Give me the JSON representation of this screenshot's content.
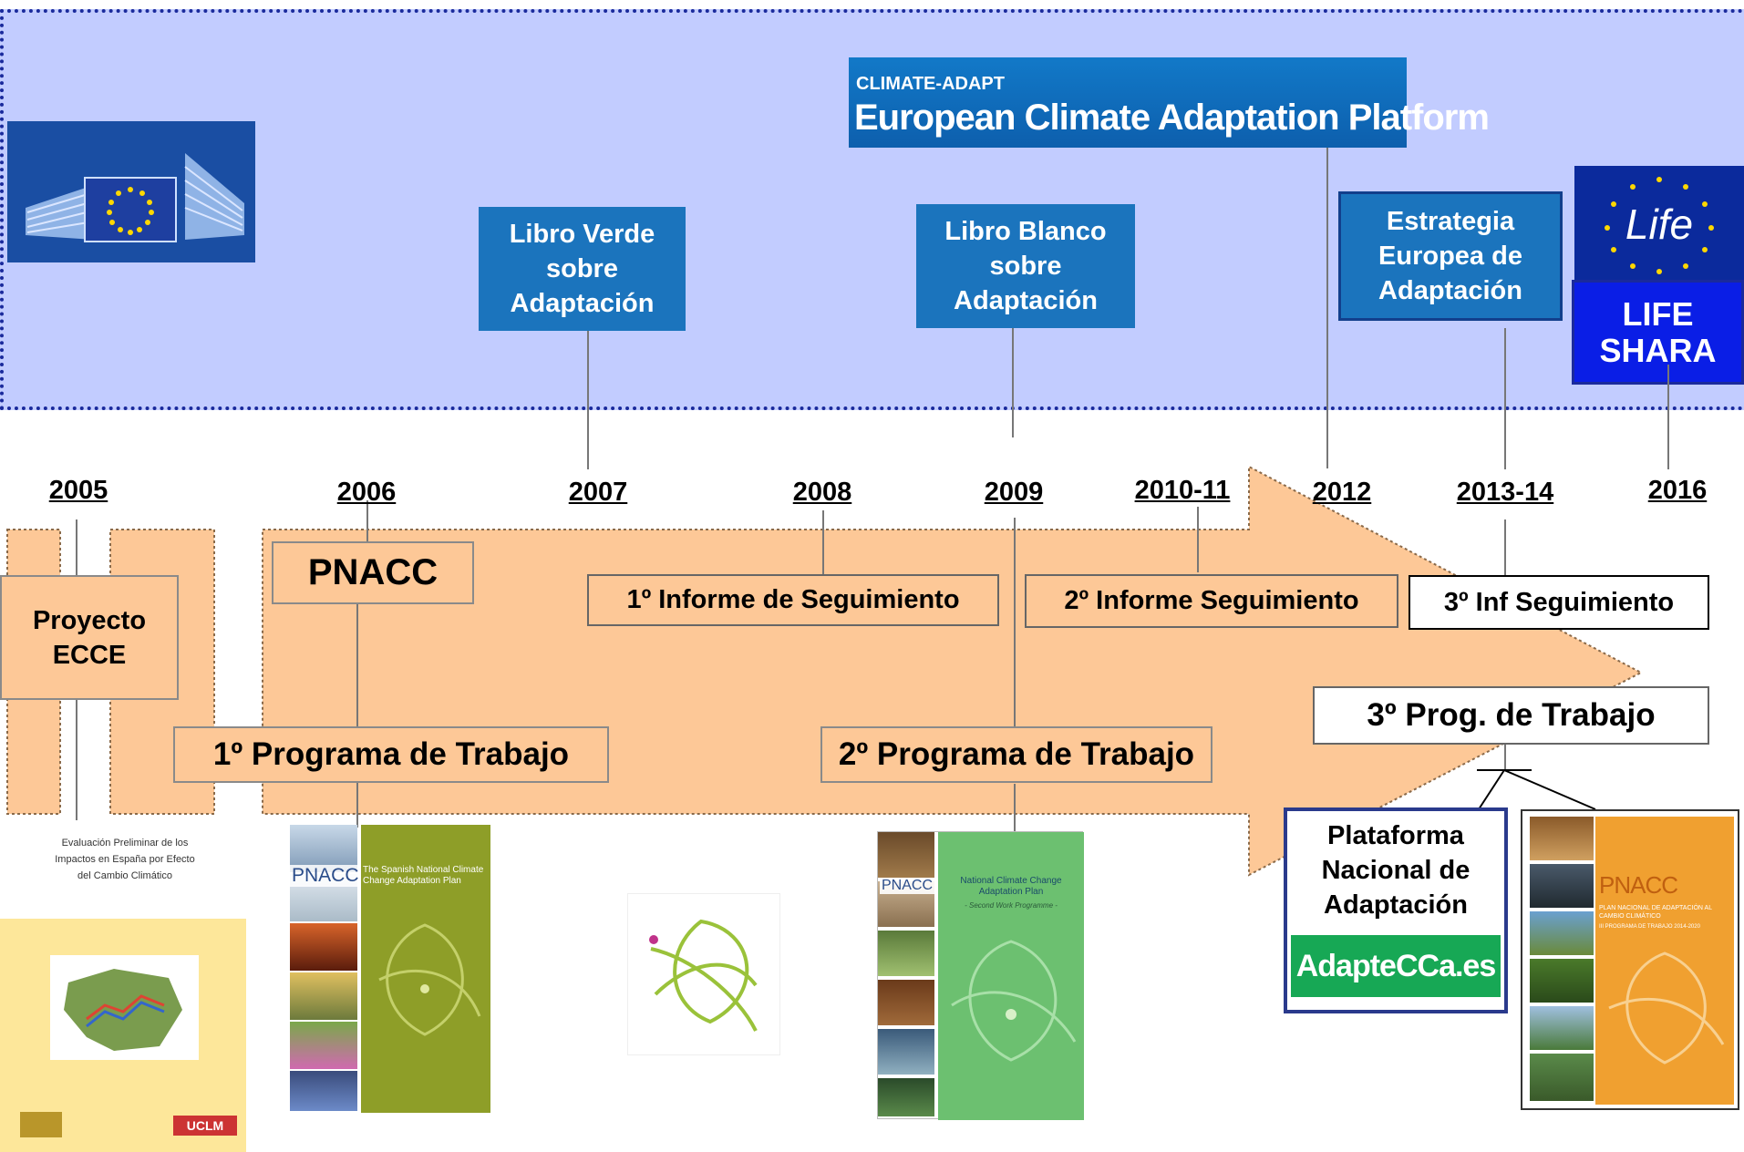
{
  "years": [
    "2005",
    "2006",
    "2007",
    "2008",
    "2009",
    "2010-11",
    "2012",
    "2013-14",
    "2016"
  ],
  "eu": {
    "green_paper": "Libro Verde sobre Adaptación",
    "white_paper": "Libro Blanco sobre Adaptación",
    "climate_adapt_small": "CLIMATE-ADAPT",
    "climate_adapt_title": "European Climate Adaptation Platform",
    "strategy": "Estrategia Europea de Adaptación",
    "life_logo": "Life",
    "life_shara": "LIFE SHARA"
  },
  "spain": {
    "ecce": "Proyecto ECCE",
    "pnacc": "PNACC",
    "report1": "1º Informe de Seguimiento",
    "report2": "2º Informe Seguimiento",
    "report3": "3º Inf Seguimiento",
    "program1": "1º Programa de Trabajo",
    "program2": "2º Programa de Trabajo",
    "program3": "3º Prog. de Trabajo",
    "platform": "Plataforma Nacional de Adaptación",
    "adaptecca": "AdapteCCa.es"
  },
  "docs": {
    "ecce_caption": "Evaluación Preliminar de los Impactos en España por Efecto del Cambio Climático",
    "ecce_uclm": "UCLM",
    "pnacc1_logo": "PNACC",
    "pnacc1_title": "The Spanish National Climate Change Adaptation Plan",
    "pnacc2_logo": "PNACC",
    "pnacc2_title": "National Climate Change Adaptation Plan",
    "pnacc2_sub": "- Second Work Programme -",
    "pnacc3_logo": "PNACC",
    "pnacc3_title": "PLAN NACIONAL DE ADAPTACIÓN AL CAMBIO CLIMÁTICO",
    "pnacc3_sub": "III PROGRAMA DE TRABAJO 2014-2020"
  },
  "colors": {
    "eu_band": "#c2ccff",
    "blue_box": "#1b74bd",
    "peach": "#fdc897",
    "life_blue": "#0a1ee6",
    "adaptecca_green": "#17a855"
  }
}
